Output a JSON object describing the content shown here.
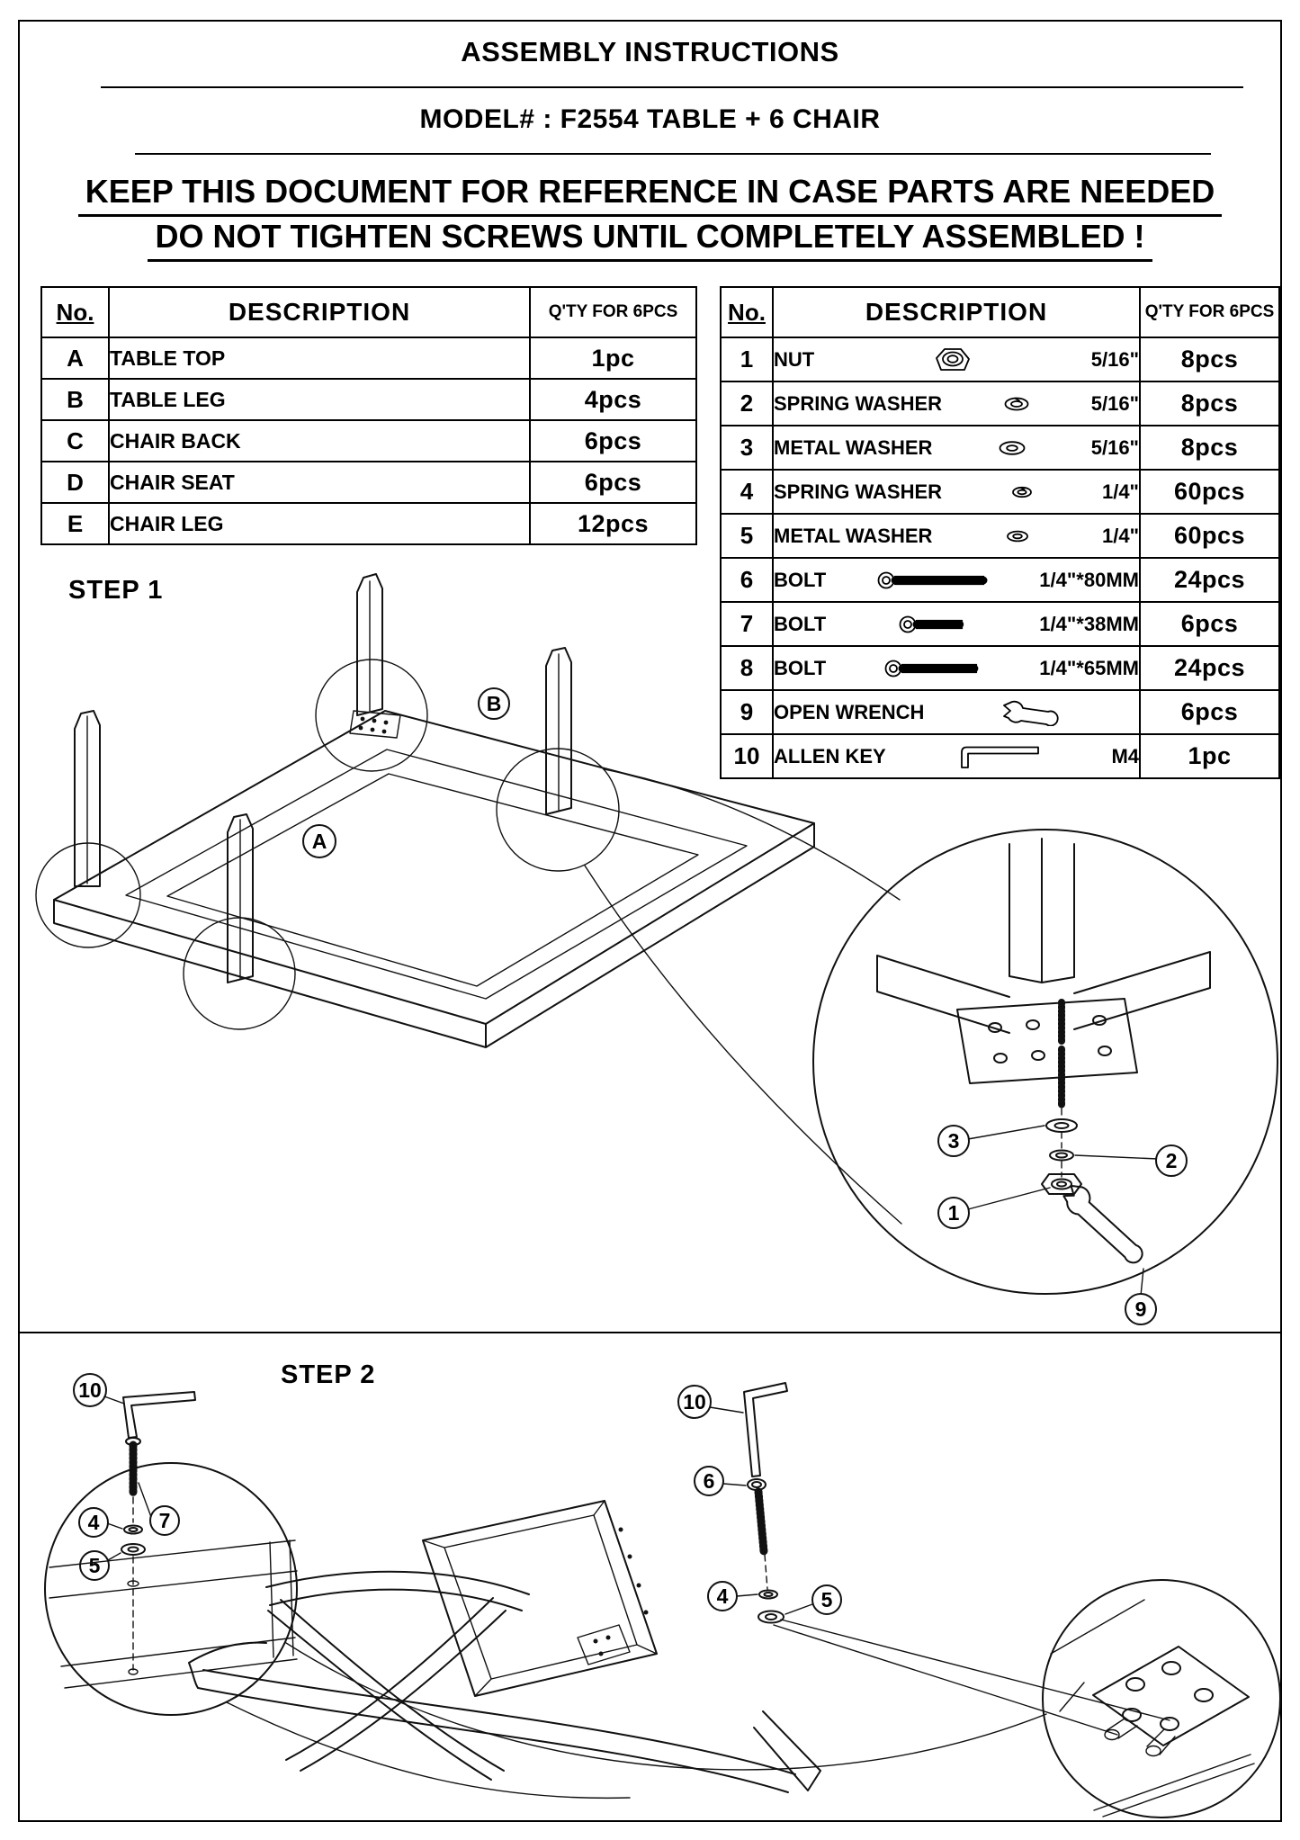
{
  "page": {
    "title": "ASSEMBLY INSTRUCTIONS",
    "model_line": "MODEL#  :  F2554 TABLE + 6 CHAIR",
    "warning_line1": "KEEP THIS DOCUMENT FOR REFERENCE IN CASE PARTS ARE NEEDED",
    "warning_line2": "DO NOT TIGHTEN SCREWS UNTIL COMPLETELY ASSEMBLED !"
  },
  "parts_table": {
    "headers": {
      "no": "No.",
      "description": "DESCRIPTION",
      "qty": "Q'TY FOR 6PCS"
    },
    "rows": [
      {
        "no": "A",
        "description": "TABLE TOP",
        "qty": "1pc"
      },
      {
        "no": "B",
        "description": "TABLE LEG",
        "qty": "4pcs"
      },
      {
        "no": "C",
        "description": "CHAIR BACK",
        "qty": "6pcs"
      },
      {
        "no": "D",
        "description": "CHAIR SEAT",
        "qty": "6pcs"
      },
      {
        "no": "E",
        "description": "CHAIR LEG",
        "qty": "12pcs"
      }
    ]
  },
  "hardware_table": {
    "headers": {
      "no": "No.",
      "description": "DESCRIPTION",
      "qty": "Q'TY FOR 6PCS"
    },
    "rows": [
      {
        "no": "1",
        "name": "NUT",
        "size": "5/16\"",
        "qty": "8pcs",
        "icon": "nut-icon"
      },
      {
        "no": "2",
        "name": "SPRING WASHER",
        "size": "5/16\"",
        "qty": "8pcs",
        "icon": "spring-washer-icon"
      },
      {
        "no": "3",
        "name": "METAL WASHER",
        "size": "5/16\"",
        "qty": "8pcs",
        "icon": "metal-washer-icon"
      },
      {
        "no": "4",
        "name": "SPRING WASHER",
        "size": "1/4\"",
        "qty": "60pcs",
        "icon": "spring-washer-icon"
      },
      {
        "no": "5",
        "name": "METAL WASHER",
        "size": "1/4\"",
        "qty": "60pcs",
        "icon": "metal-washer-icon"
      },
      {
        "no": "6",
        "name": "BOLT",
        "size": "1/4\"*80MM",
        "qty": "24pcs",
        "icon": "bolt-icon"
      },
      {
        "no": "7",
        "name": "BOLT",
        "size": "1/4\"*38MM",
        "qty": "6pcs",
        "icon": "bolt-icon"
      },
      {
        "no": "8",
        "name": "BOLT",
        "size": "1/4\"*65MM",
        "qty": "24pcs",
        "icon": "bolt-icon"
      },
      {
        "no": "9",
        "name": "OPEN WRENCH",
        "size": "",
        "qty": "6pcs",
        "icon": "open-wrench-icon"
      },
      {
        "no": "10",
        "name": "ALLEN KEY",
        "size": "M4",
        "qty": "1pc",
        "icon": "allen-key-icon"
      }
    ]
  },
  "step1": {
    "label": "STEP 1",
    "callouts": {
      "table_top": "A",
      "table_leg": "B",
      "metal_washer": "3",
      "spring_washer": "2",
      "nut": "1",
      "wrench": "9"
    }
  },
  "step2": {
    "label": "STEP 2",
    "callouts": {
      "allen_key_left": "10",
      "spring_washer_left": "4",
      "bolt_38": "7",
      "metal_washer_left": "5",
      "allen_key_right": "10",
      "bolt_80": "6",
      "spring_washer_right": "4",
      "metal_washer_right": "5"
    }
  }
}
